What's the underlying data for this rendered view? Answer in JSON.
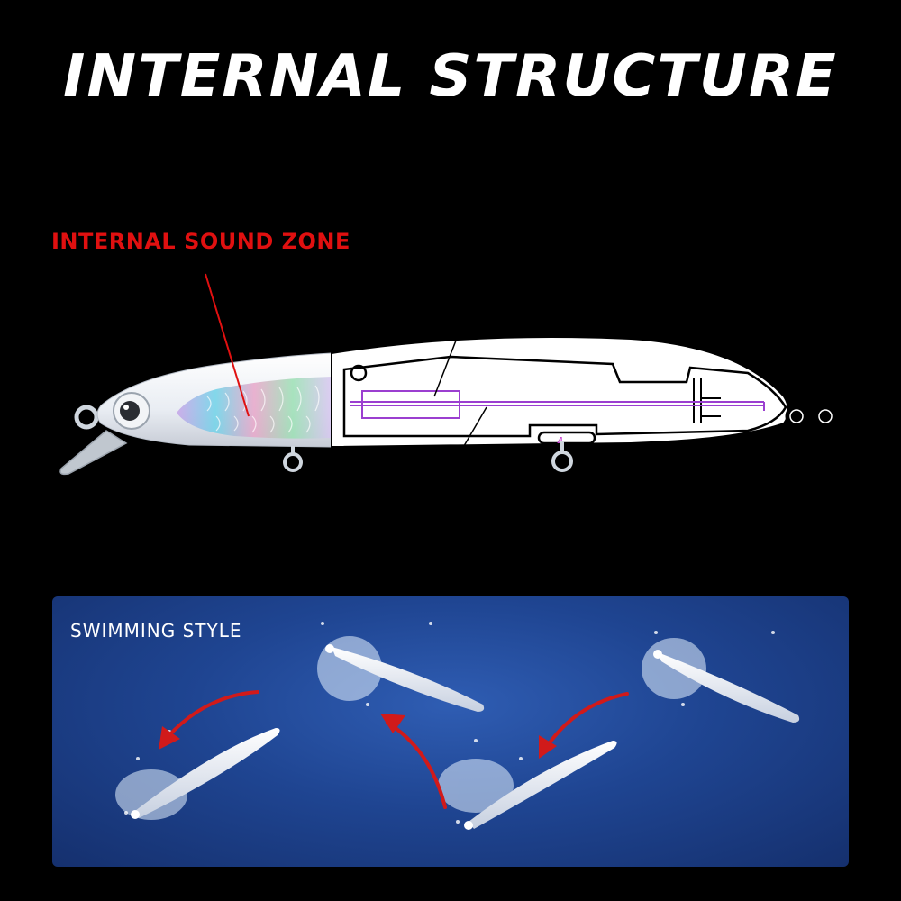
{
  "heading": {
    "title": "INTERNAL STRUCTURE"
  },
  "callout": {
    "label": "INTERNAL SOUND ZONE",
    "color": "#e01010"
  },
  "panel": {
    "title": "SWIMMING STYLE",
    "background": "#1f4592"
  },
  "colors": {
    "outline": "#000000",
    "sound_tube": "#9b3fd0",
    "arrow": "#d11a1a"
  }
}
